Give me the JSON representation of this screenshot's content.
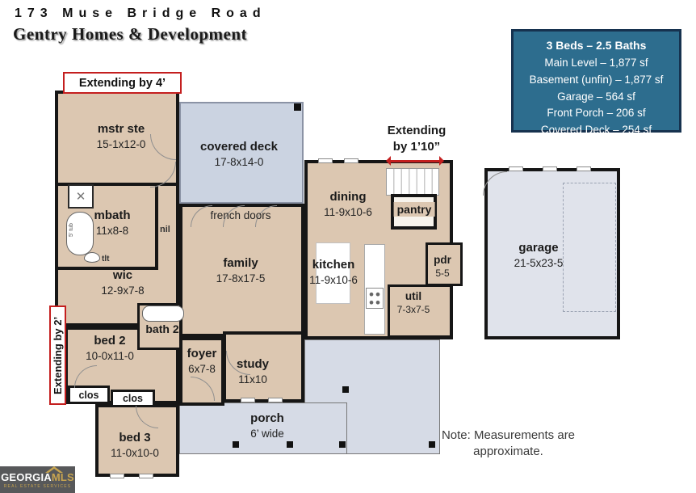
{
  "header": {
    "address": "173 Muse Bridge Road",
    "builder": "Gentry Homes & Development"
  },
  "info_box": {
    "title": "3 Beds – 2.5 Baths",
    "lines": {
      "main_level": "Main Level – 1,877 sf",
      "basement": "Basement (unfin) – 1,877 sf",
      "garage": "Garage – 564 sf",
      "front_porch": "Front Porch – 206 sf",
      "covered_deck": "Covered Deck – 254 sf"
    }
  },
  "annotations": {
    "top": "Extending by 4’",
    "right_line1": "Extending",
    "right_line2": "by 1’10”",
    "left": "Extending by 2’"
  },
  "rooms": {
    "mstr": {
      "name": "mstr ste",
      "dims": "15-1x12-0"
    },
    "deck": {
      "name": "covered deck",
      "dims": "17-8x14-0"
    },
    "dining": {
      "name": "dining",
      "dims": "11-9x10-6"
    },
    "mbath": {
      "name": "mbath",
      "dims": "11x8-8"
    },
    "wic": {
      "name": "wic",
      "dims": "12-9x7-8"
    },
    "family": {
      "name": "family",
      "dims": "17-8x17-5"
    },
    "kitchen": {
      "name": "kitchen",
      "dims": "11-9x10-6"
    },
    "pantry": {
      "name": "pantry"
    },
    "pdr": {
      "name": "pdr",
      "dims": "5-5"
    },
    "util": {
      "name": "util",
      "dims": "7-3x7-5"
    },
    "garage": {
      "name": "garage",
      "dims": "21-5x23-5"
    },
    "bed2": {
      "name": "bed 2",
      "dims": "10-0x11-0"
    },
    "bath2": {
      "name": "bath 2"
    },
    "foyer": {
      "name": "foyer",
      "dims": "6x7-8"
    },
    "study": {
      "name": "study",
      "dims": "11x10"
    },
    "bed3": {
      "name": "bed 3",
      "dims": "11-0x10-0"
    },
    "porch": {
      "name": "porch",
      "dims": "6’ wide"
    }
  },
  "plan_labels": {
    "french_doors": "french doors",
    "clos_a": "clos",
    "clos_b": "clos",
    "lin": "nil",
    "toilet": "tlt",
    "tub": "5’ tub"
  },
  "note": {
    "line1": "Note: Measurements are",
    "line2": "approximate."
  },
  "logo": {
    "name_white": "GEORGIA",
    "name_gold": "MLS",
    "tagline": "REAL ESTATE SERVICES"
  },
  "colors": {
    "room_fill": "#dcc7b1",
    "deck_fill": "#cbd3e1",
    "porch_fill": "#d6dbe6",
    "garage_fill": "#e0e3eb",
    "info_box_bg": "#2d6d8e",
    "info_box_border": "#16324f",
    "annotation_red": "#c41f1f",
    "logo_bg": "#57585a",
    "logo_gold": "#c8a550"
  }
}
